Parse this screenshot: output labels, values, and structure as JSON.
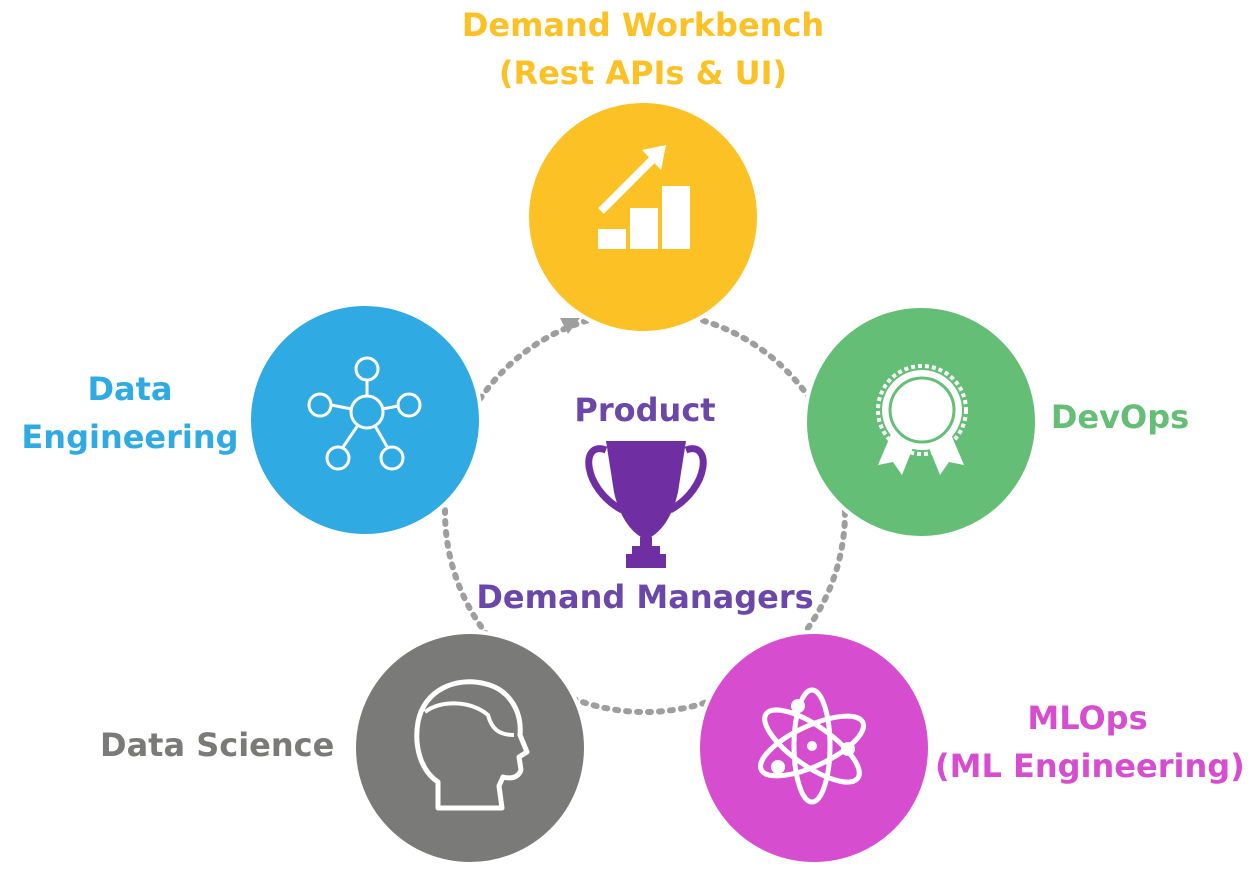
{
  "workbench": {
    "line1": "Demand Workbench",
    "line2": "(Rest APIs & UI)",
    "color": "#FBC125"
  },
  "data_engineering": {
    "line1": "Data",
    "line2": "Engineering",
    "color": "#30AAE2"
  },
  "devops": {
    "label": "DevOps",
    "color": "#64BE76"
  },
  "data_science": {
    "label": "Data Science",
    "color": "#7A7A78"
  },
  "mlops": {
    "line1": "MLOps",
    "line2": "(ML Engineering)",
    "color": "#D64ECF"
  },
  "center": {
    "top_label": "Product",
    "bottom_label": "Demand Managers",
    "color": "#6A47A8"
  },
  "connector_color": "#9E9E9E",
  "icons": {
    "workbench": "bar-chart-growth-icon",
    "data_engineering": "network-nodes-icon",
    "devops": "award-ribbon-icon",
    "data_science": "human-head-icon",
    "mlops": "atom-icon",
    "center": "trophy-icon"
  }
}
